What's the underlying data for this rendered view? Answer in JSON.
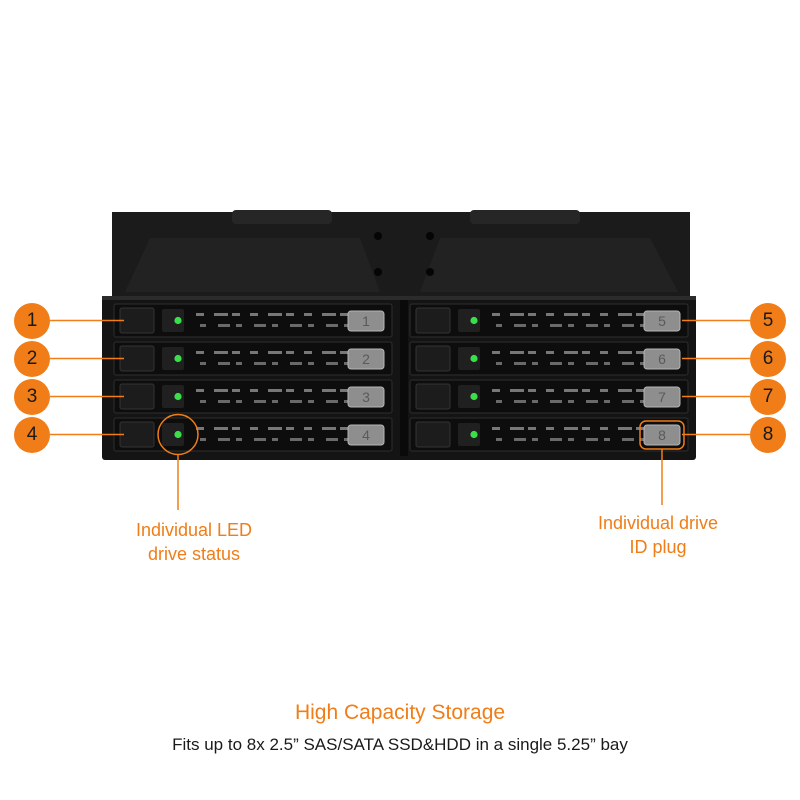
{
  "colors": {
    "accent": "#f07d17",
    "chassis": "#151515",
    "led": "#39e04a",
    "text": "#1a1a1a"
  },
  "icons": [
    "led-indicator-icon",
    "drive-id-plug-icon"
  ],
  "bays": [
    {
      "number": "1",
      "plug_label": "1"
    },
    {
      "number": "2",
      "plug_label": "2"
    },
    {
      "number": "3",
      "plug_label": "3"
    },
    {
      "number": "4",
      "plug_label": "4"
    },
    {
      "number": "5",
      "plug_label": "5"
    },
    {
      "number": "6",
      "plug_label": "6"
    },
    {
      "number": "7",
      "plug_label": "7"
    },
    {
      "number": "8",
      "plug_label": "8"
    }
  ],
  "callouts": {
    "led": {
      "line1": "Individual LED",
      "line2": "drive status"
    },
    "plug": {
      "line1": "Individual drive",
      "line2": "ID plug"
    }
  },
  "caption": {
    "title": "High Capacity Storage",
    "subtitle": "Fits up to 8x 2.5” SAS/SATA SSD&HDD in a single 5.25” bay"
  }
}
